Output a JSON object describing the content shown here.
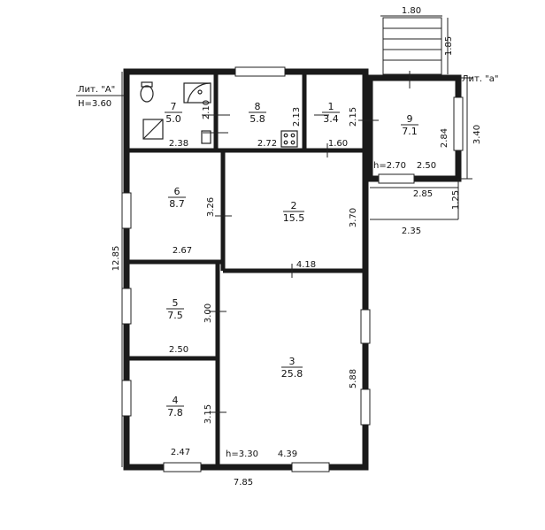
{
  "labels": {
    "lit_a": "Лит. \"А\"",
    "height_a": "Н=3.60",
    "lit_a_small": "Лит. \"а\""
  },
  "rooms": [
    {
      "num": "7",
      "area": "5.0"
    },
    {
      "num": "8",
      "area": "5.8"
    },
    {
      "num": "1",
      "area": "3.4"
    },
    {
      "num": "9",
      "area": "7.1"
    },
    {
      "num": "6",
      "area": "8.7"
    },
    {
      "num": "2",
      "area": "15.5"
    },
    {
      "num": "5",
      "area": "7.5"
    },
    {
      "num": "3",
      "area": "25.8"
    },
    {
      "num": "4",
      "area": "7.8"
    }
  ],
  "dims": {
    "porch_w": "1.80",
    "porch_h": "1.85",
    "r7_h": "2.10",
    "r7_w": "2.38",
    "r8_h": "2.13",
    "r8_w": "2.72",
    "r1_h": "2.15",
    "r1_w": "1.60",
    "r9_h": "2.84",
    "r9_w": "2.50",
    "r9_ceiling": "h=2.70",
    "lit_a_h": "3.40",
    "lit_a_w": "2.85",
    "ext_h": "1.25",
    "ext_w": "2.35",
    "r6_h": "3.26",
    "r6_w": "2.67",
    "r2_h": "3.70",
    "r2_w": "4.18",
    "total_h": "12.85",
    "r5_h": "3.00",
    "r5_w": "2.50",
    "r3_h": "5.88",
    "r4_h": "3.15",
    "r4_w": "2.47",
    "r3_ceiling": "h=3.30",
    "r3_w": "4.39",
    "total_w": "7.85"
  }
}
